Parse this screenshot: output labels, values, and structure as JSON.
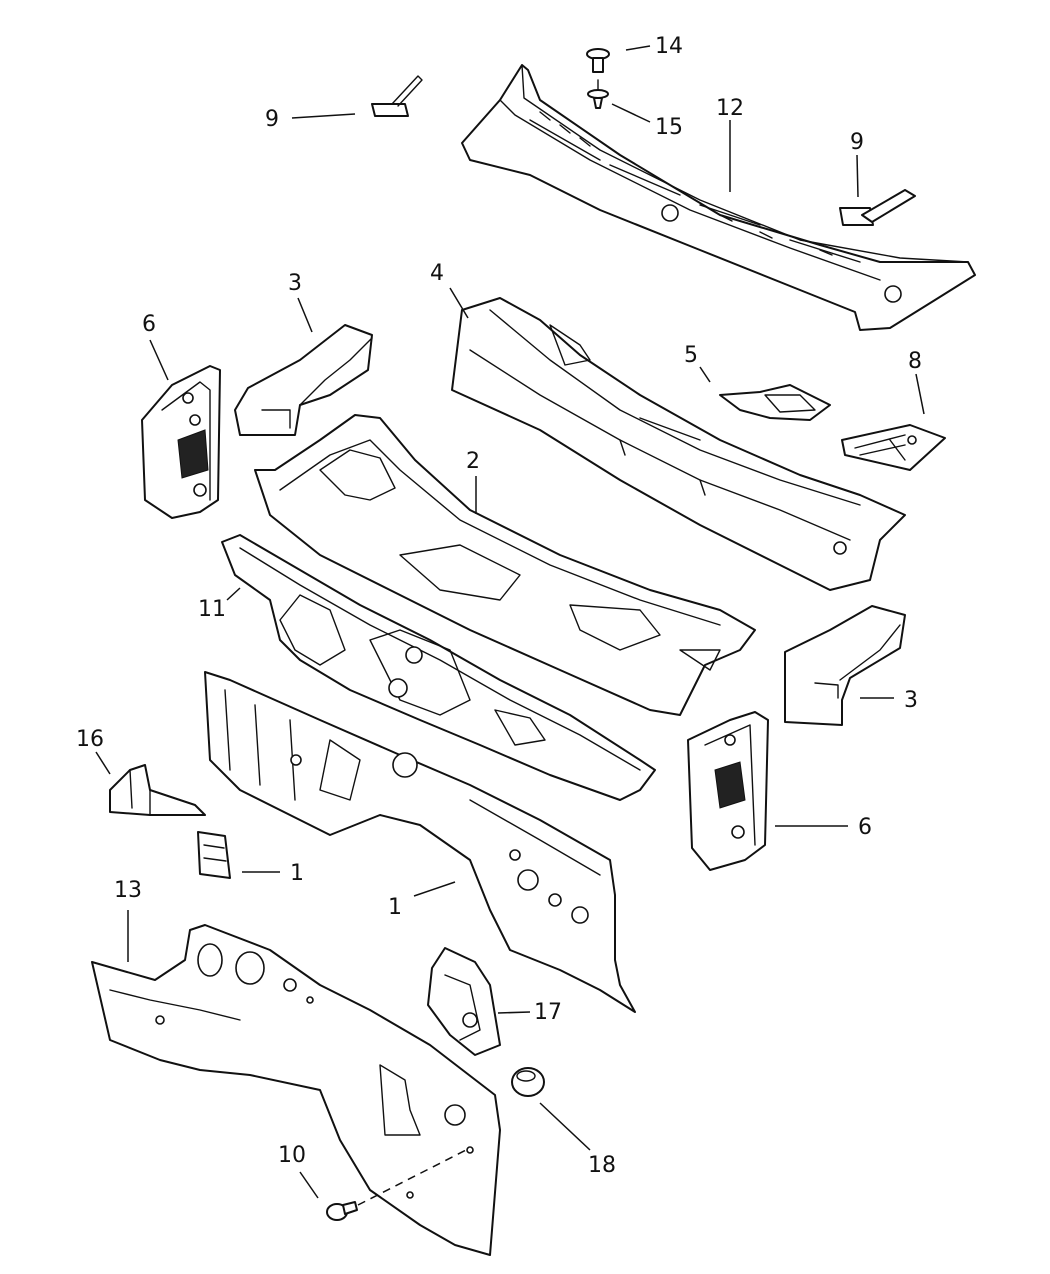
{
  "callouts": [
    {
      "id": "c14",
      "text": "14"
    },
    {
      "id": "c9a",
      "text": "9"
    },
    {
      "id": "c15",
      "text": "15"
    },
    {
      "id": "c12",
      "text": "12"
    },
    {
      "id": "c9b",
      "text": "9"
    },
    {
      "id": "c3a",
      "text": "3"
    },
    {
      "id": "c4",
      "text": "4"
    },
    {
      "id": "c6a",
      "text": "6"
    },
    {
      "id": "c5",
      "text": "5"
    },
    {
      "id": "c8",
      "text": "8"
    },
    {
      "id": "c2",
      "text": "2"
    },
    {
      "id": "c11",
      "text": "11"
    },
    {
      "id": "c3b",
      "text": "3"
    },
    {
      "id": "c16",
      "text": "16"
    },
    {
      "id": "c6b",
      "text": "6"
    },
    {
      "id": "c1a",
      "text": "1"
    },
    {
      "id": "c1b",
      "text": "1"
    },
    {
      "id": "c13",
      "text": "13"
    },
    {
      "id": "c17",
      "text": "17"
    },
    {
      "id": "c18",
      "text": "18"
    },
    {
      "id": "c10",
      "text": "10"
    }
  ]
}
